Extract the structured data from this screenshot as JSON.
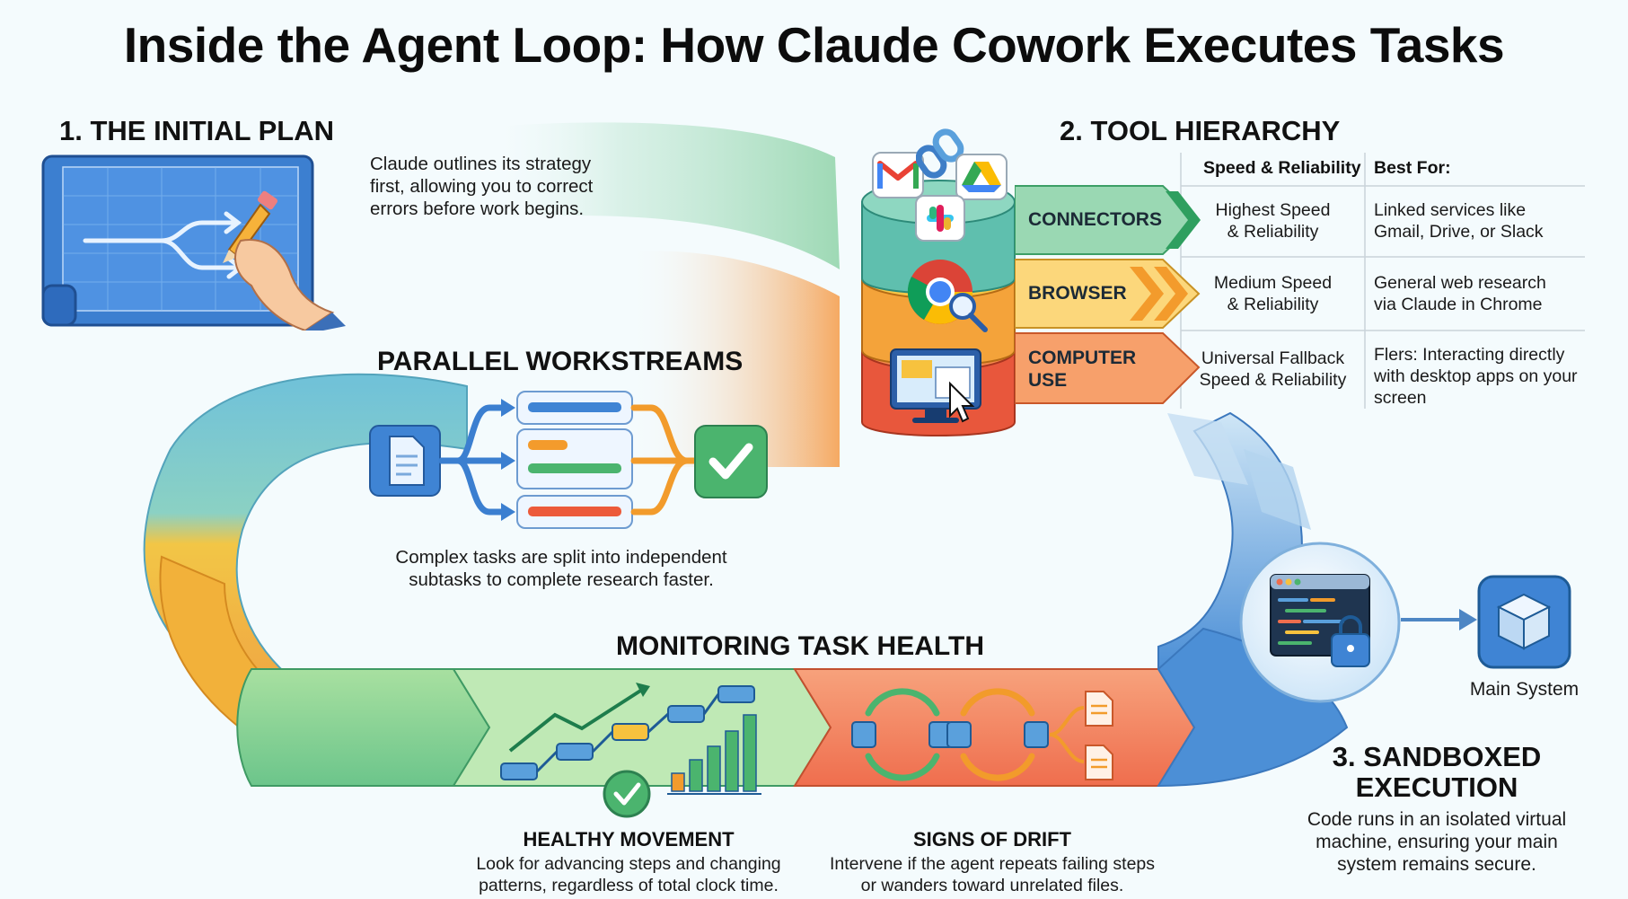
{
  "title": "Inside the Agent Loop: How Claude Cowork Executes Tasks",
  "plan": {
    "heading": "1. THE INITIAL PLAN",
    "text": [
      "Claude outlines its strategy",
      "first, allowing you to correct",
      "errors before work begins."
    ]
  },
  "tools": {
    "heading": "2. TOOL HIERARCHY",
    "col_speed": "Speed & Reliability",
    "col_best": "Best For:",
    "rows": [
      {
        "label": [
          "CONNECTORS"
        ],
        "speed": [
          "Highest Speed",
          "& Reliability"
        ],
        "best": [
          "Linked services like",
          "Gmail, Drive, or Slack"
        ],
        "color": "#6cc58b"
      },
      {
        "label": [
          "BROWSER"
        ],
        "speed": [
          "Medium Speed",
          "& Reliability"
        ],
        "best": [
          "General web research",
          "via Claude in Chrome"
        ],
        "color": "#f7c23e"
      },
      {
        "label": [
          "COMPUTER",
          "USE"
        ],
        "speed": [
          "Universal Fallback",
          "Speed & Reliability"
        ],
        "best": [
          "Flers: Interacting directly",
          "with desktop apps on your",
          "screen"
        ],
        "color": "#f28a4c"
      }
    ]
  },
  "parallel": {
    "heading": "PARALLEL WORKSTREAMS",
    "text": [
      "Complex tasks are split into independent",
      "subtasks to complete research faster."
    ]
  },
  "monitoring": {
    "heading": "MONITORING TASK HEALTH",
    "healthy": {
      "heading": "HEALTHY MOVEMENT",
      "text": [
        "Look for advancing steps and changing",
        "patterns, regardless of total clock time."
      ]
    },
    "drift": {
      "heading": "SIGNS OF DRIFT",
      "text": [
        "Intervene if the agent repeats failing steps",
        "or wanders toward unrelated files."
      ]
    }
  },
  "sandbox": {
    "heading": [
      "3. SANDBOXED",
      "EXECUTION"
    ],
    "text": [
      "Code runs in an isolated virtual",
      "machine, ensuring your main",
      "system remains secure."
    ],
    "main_system": "Main System"
  },
  "colors": {
    "green": "#6cc58b",
    "yellow": "#f7c23e",
    "orange": "#f28a4c",
    "blue": "#5aa0dc",
    "teal": "#62bfc7",
    "red": "#ef6e4e",
    "ink": "#111111"
  },
  "icons": {
    "plan": "blueprint-pencil-icon",
    "connectors": [
      "gmail-icon",
      "link-icon",
      "drive-icon",
      "slack-icon"
    ],
    "browser": "chrome-magnifier-icon",
    "computer": "monitor-cursor-icon",
    "parallel": [
      "document-icon",
      "checkmark-icon"
    ],
    "healthy": "rising-chart-icon",
    "drift": "loop-arrows-icon",
    "sandbox": "code-window-lock-icon",
    "main_system": "cube-icon"
  }
}
